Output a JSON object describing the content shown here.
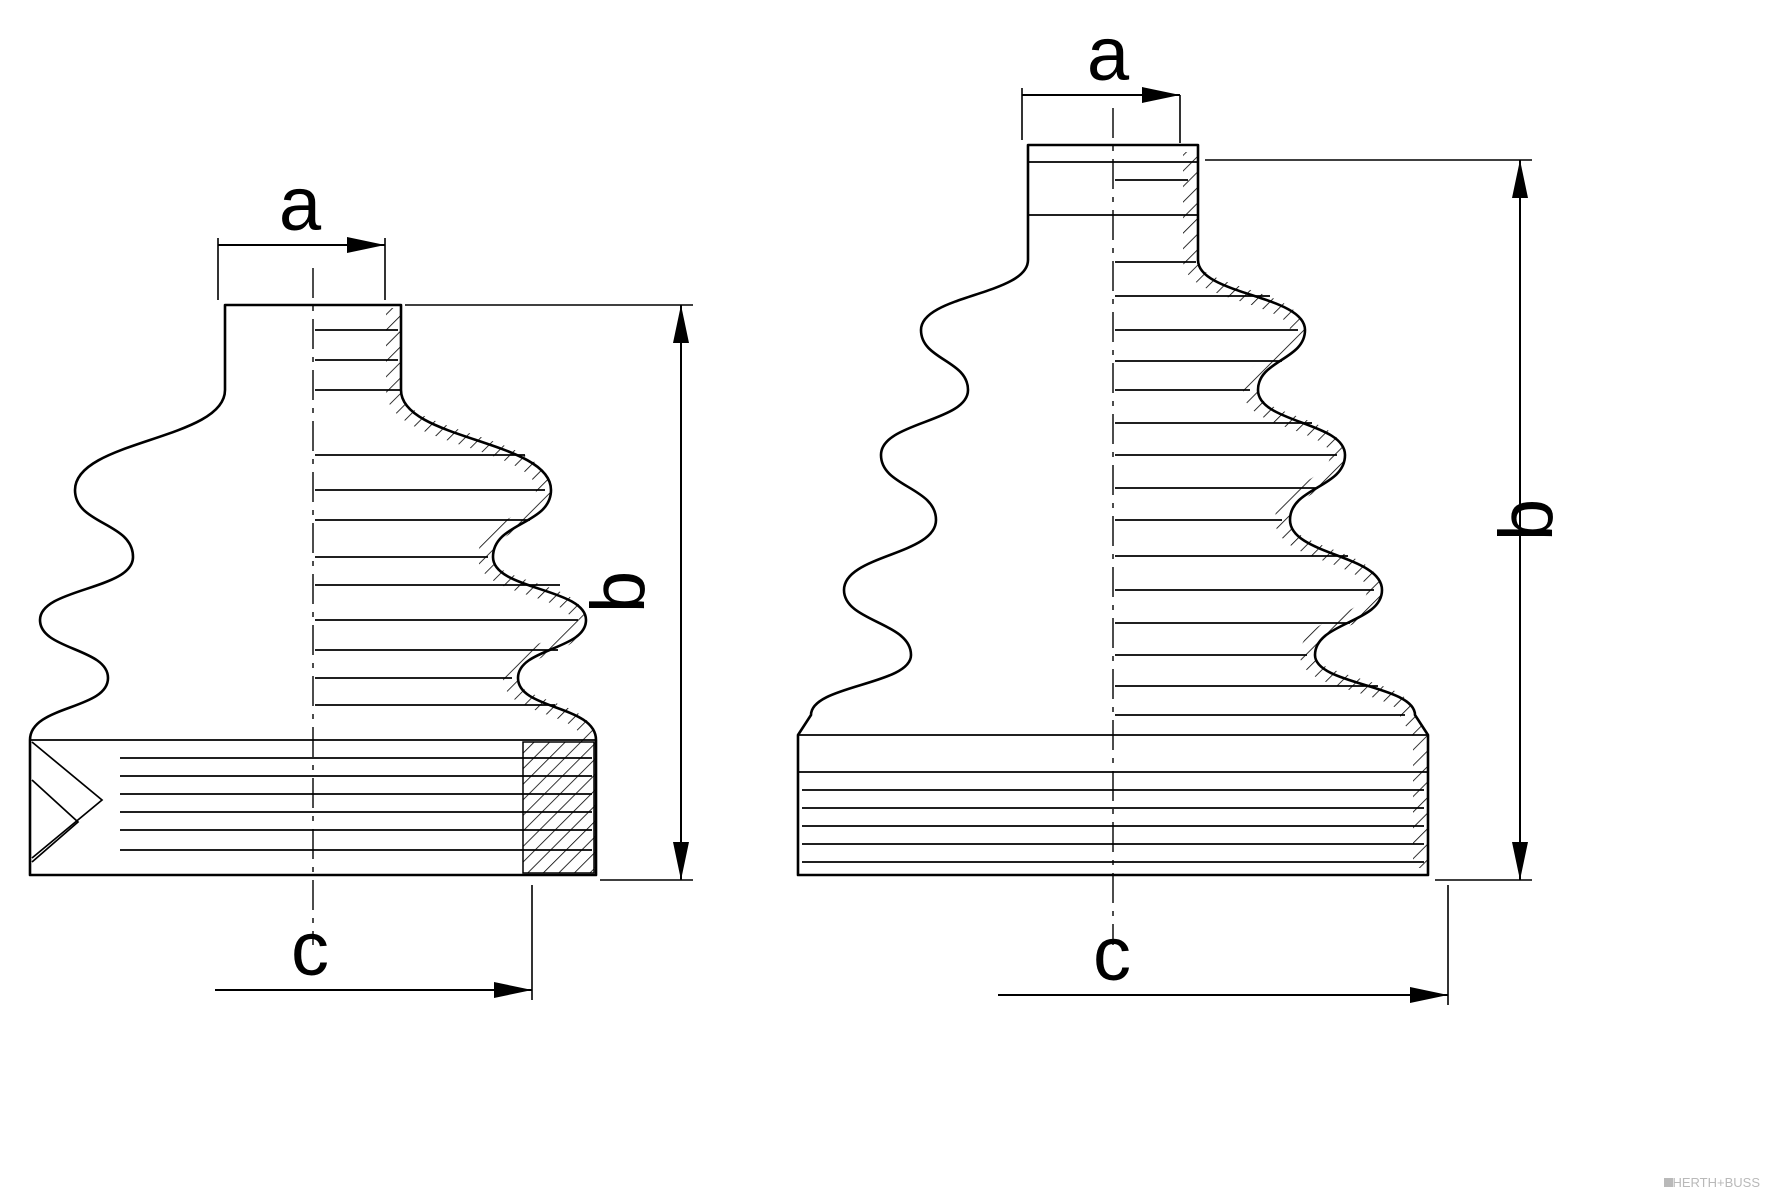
{
  "labels": {
    "left": {
      "a": "a",
      "b": "b",
      "c": "c"
    },
    "right": {
      "a": "a",
      "b": "b",
      "c": "c"
    }
  },
  "watermark": {
    "brand": "HERTH+BUSS"
  },
  "colors": {
    "line": "#000000",
    "background": "#ffffff",
    "watermark": "#b9b9b9"
  }
}
